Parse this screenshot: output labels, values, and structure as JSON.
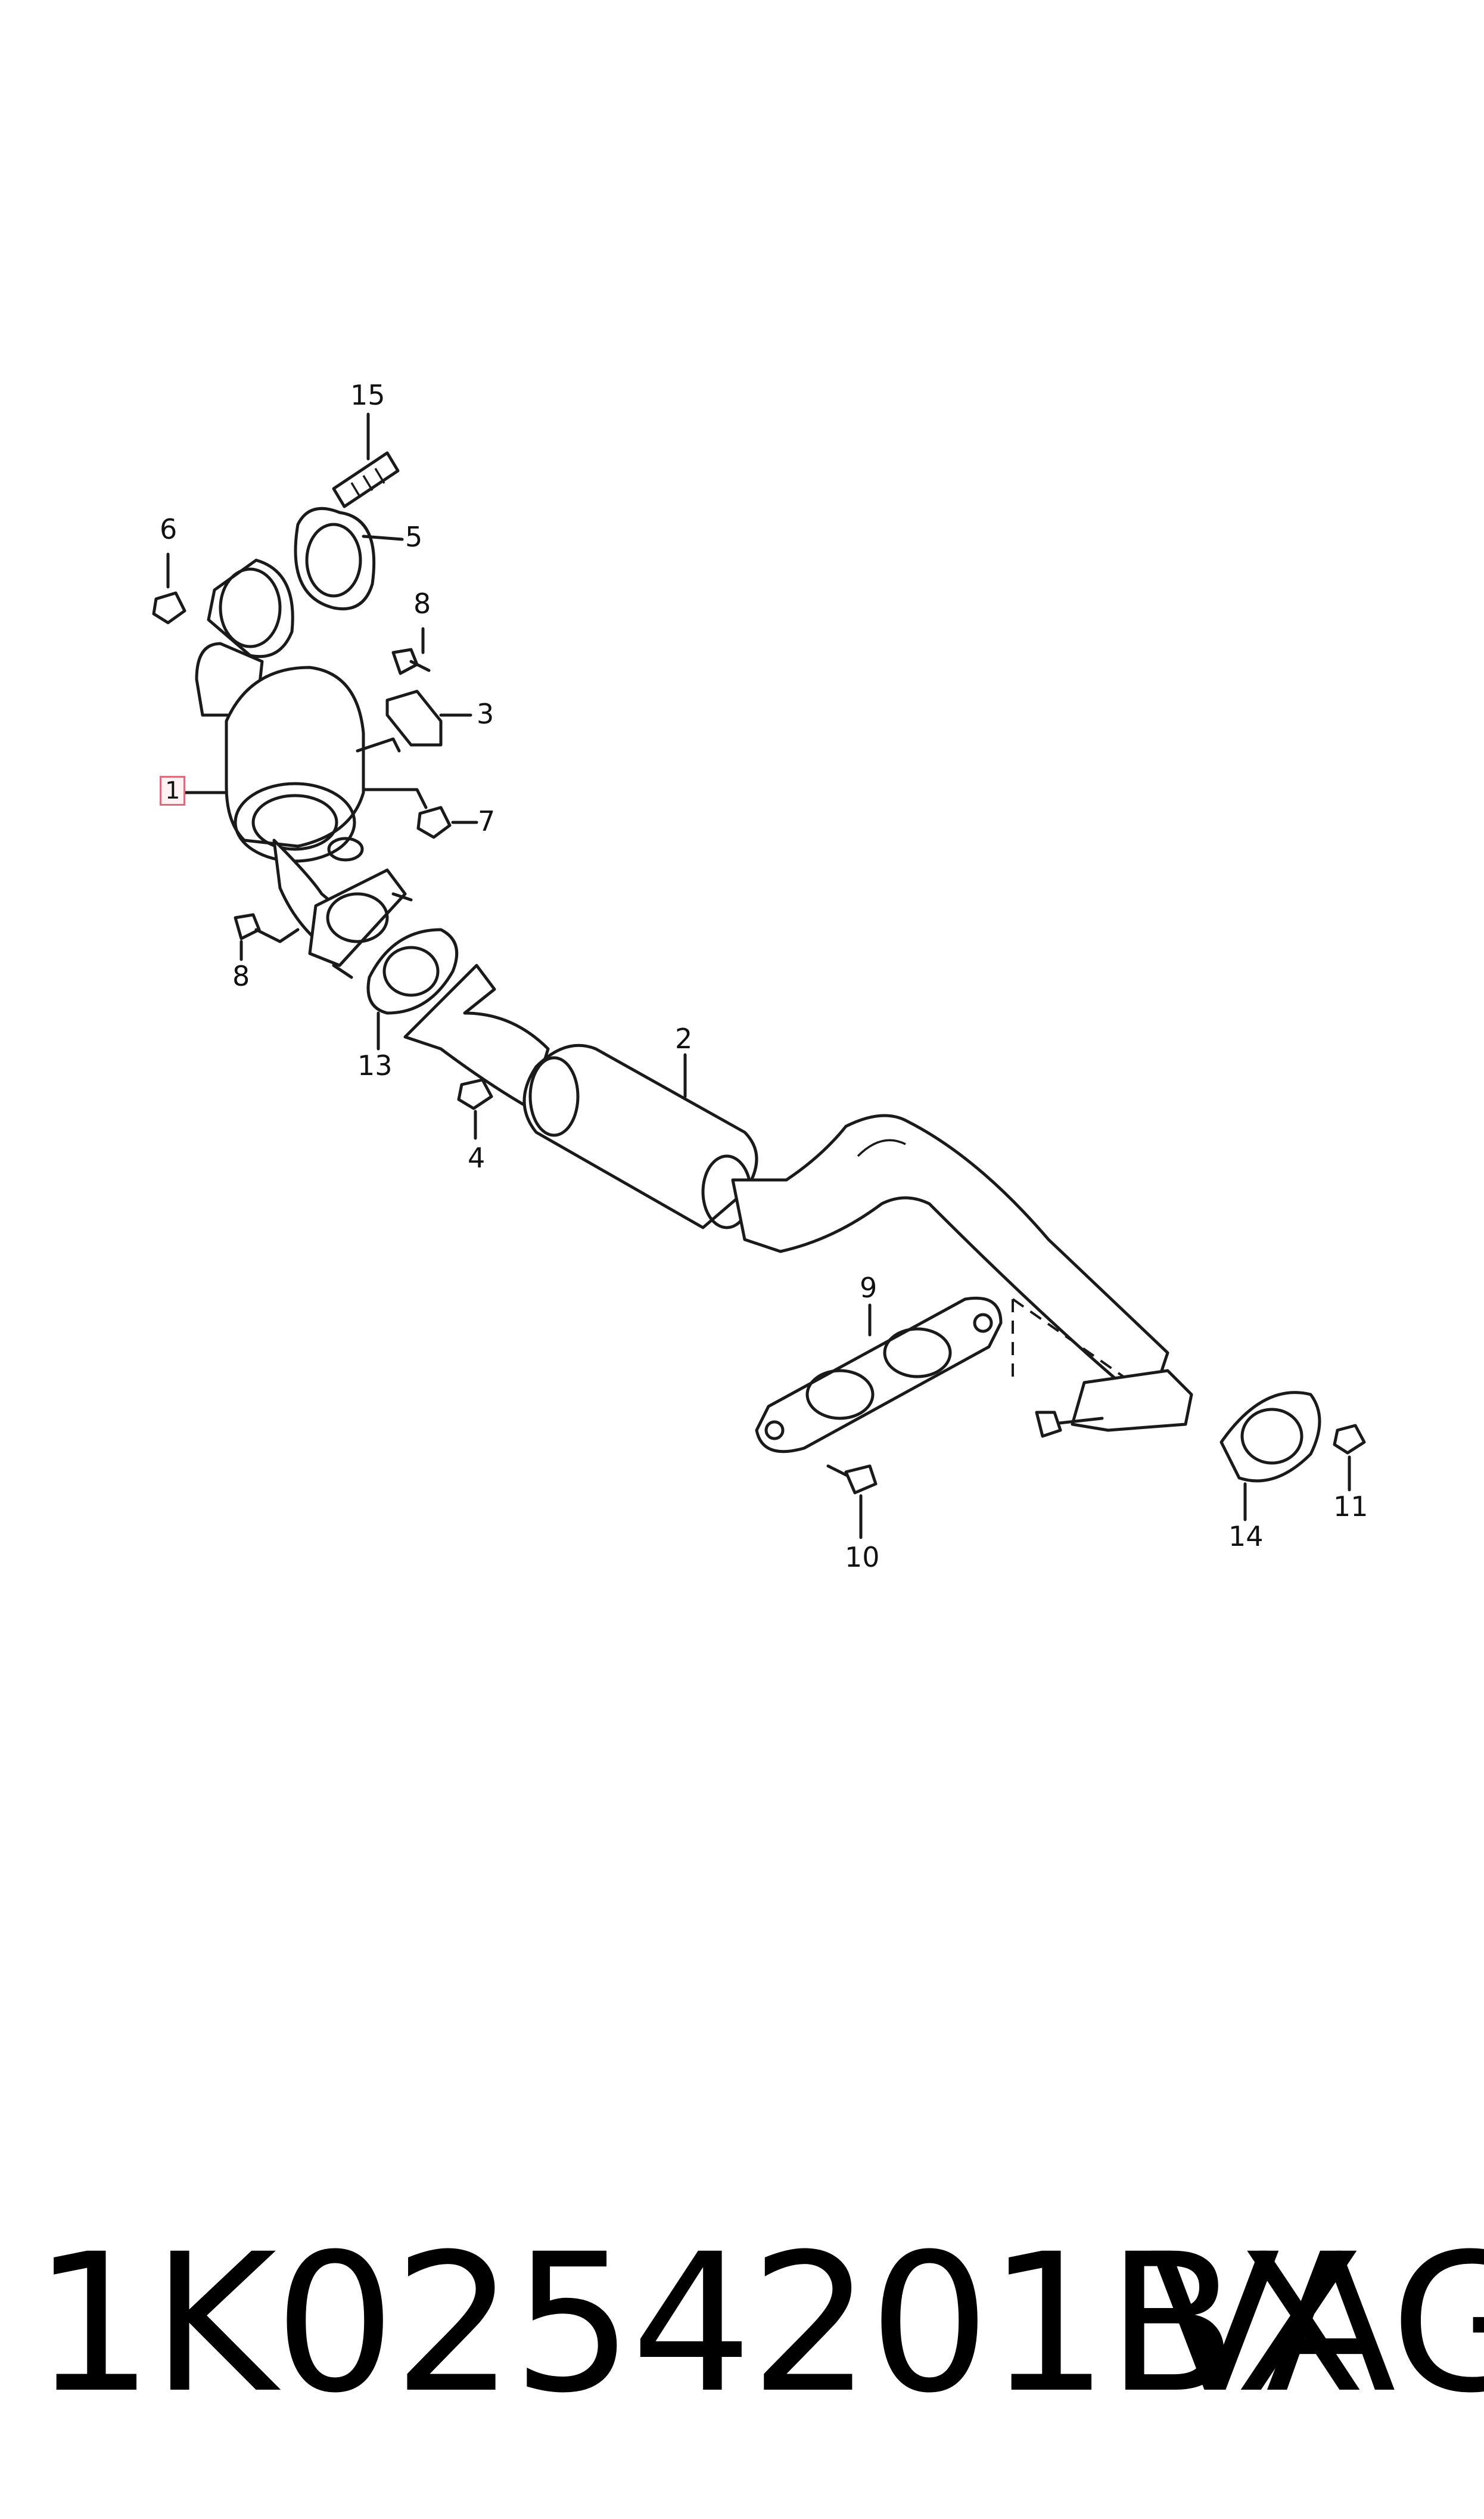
{
  "callouts": [
    {
      "id": "1",
      "text": "1"
    },
    {
      "id": "2",
      "text": "2"
    },
    {
      "id": "3",
      "text": "3"
    },
    {
      "id": "4",
      "text": "4"
    },
    {
      "id": "5",
      "text": "5"
    },
    {
      "id": "6",
      "text": "6"
    },
    {
      "id": "7",
      "text": "7"
    },
    {
      "id": "8a",
      "text": "8"
    },
    {
      "id": "8b",
      "text": "8"
    },
    {
      "id": "9",
      "text": "9"
    },
    {
      "id": "10",
      "text": "10"
    },
    {
      "id": "11",
      "text": "11"
    },
    {
      "id": "13",
      "text": "13"
    },
    {
      "id": "14",
      "text": "14"
    },
    {
      "id": "15",
      "text": "15"
    }
  ],
  "footer": {
    "part_number": "1K0254201BX",
    "brand": "VAG"
  },
  "colors": {
    "line": "#1a1a1a",
    "highlight_border": "#e06a7a"
  }
}
